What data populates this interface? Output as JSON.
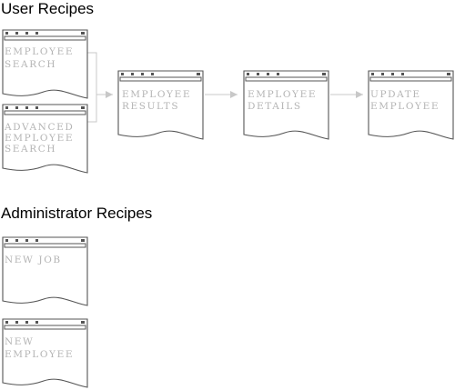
{
  "sections": {
    "user": {
      "title": "User Recipes"
    },
    "admin": {
      "title": "Administrator Recipes"
    }
  },
  "pages": {
    "employee_search": [
      "EMPLOYEE",
      "SEARCH"
    ],
    "advanced_employee_search": [
      "ADVANCED",
      "EMPLOYEE",
      "SEARCH"
    ],
    "employee_results": [
      "EMPLOYEE",
      "RESULTS"
    ],
    "employee_details": [
      "EMPLOYEE",
      "DETAILS"
    ],
    "update_employee": [
      "UPDATE",
      "EMPLOYEE"
    ],
    "new_job": [
      "NEW JOB"
    ],
    "new_employee": [
      "NEW",
      "EMPLOYEE"
    ]
  },
  "colors": {
    "outline": "#555555",
    "label": "#b4b4b4",
    "connector": "#c8c8c8",
    "heading": "#000000"
  },
  "icons": {
    "page_window": "page-window-icon",
    "arrow": "arrow-right-icon"
  }
}
